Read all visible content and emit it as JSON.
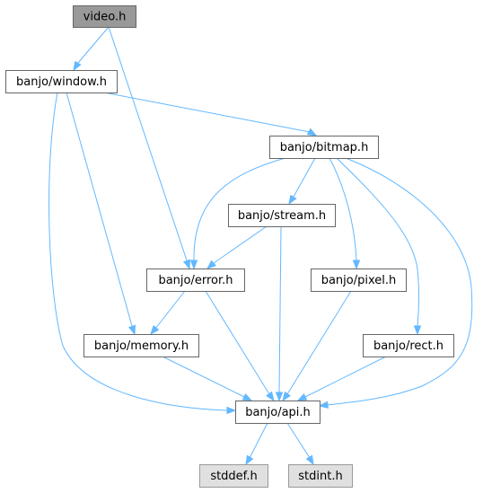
{
  "colors": {
    "edge": "#63b8ff",
    "current_fill": "#999999",
    "current_border": "#666666",
    "normal_fill": "#ffffff",
    "normal_border": "#666666",
    "external_fill": "#e0e0e0",
    "external_border": "#999999"
  },
  "nodes": [
    {
      "id": "video",
      "label": "video.h",
      "kind": "current"
    },
    {
      "id": "window",
      "label": "banjo/window.h",
      "kind": "normal"
    },
    {
      "id": "bitmap",
      "label": "banjo/bitmap.h",
      "kind": "normal"
    },
    {
      "id": "stream",
      "label": "banjo/stream.h",
      "kind": "normal"
    },
    {
      "id": "error",
      "label": "banjo/error.h",
      "kind": "normal"
    },
    {
      "id": "pixel",
      "label": "banjo/pixel.h",
      "kind": "normal"
    },
    {
      "id": "memory",
      "label": "banjo/memory.h",
      "kind": "normal"
    },
    {
      "id": "rect",
      "label": "banjo/rect.h",
      "kind": "normal"
    },
    {
      "id": "api",
      "label": "banjo/api.h",
      "kind": "normal"
    },
    {
      "id": "stddef",
      "label": "stddef.h",
      "kind": "external"
    },
    {
      "id": "stdint",
      "label": "stdint.h",
      "kind": "external"
    }
  ],
  "edges": [
    {
      "from": "video",
      "to": "window"
    },
    {
      "from": "video",
      "to": "error"
    },
    {
      "from": "window",
      "to": "bitmap"
    },
    {
      "from": "window",
      "to": "memory"
    },
    {
      "from": "window",
      "to": "api"
    },
    {
      "from": "bitmap",
      "to": "stream"
    },
    {
      "from": "bitmap",
      "to": "error"
    },
    {
      "from": "bitmap",
      "to": "pixel"
    },
    {
      "from": "bitmap",
      "to": "rect"
    },
    {
      "from": "bitmap",
      "to": "api"
    },
    {
      "from": "stream",
      "to": "error"
    },
    {
      "from": "stream",
      "to": "api"
    },
    {
      "from": "error",
      "to": "memory"
    },
    {
      "from": "error",
      "to": "api"
    },
    {
      "from": "memory",
      "to": "api"
    },
    {
      "from": "pixel",
      "to": "api"
    },
    {
      "from": "rect",
      "to": "api"
    },
    {
      "from": "api",
      "to": "stddef"
    },
    {
      "from": "api",
      "to": "stdint"
    }
  ]
}
